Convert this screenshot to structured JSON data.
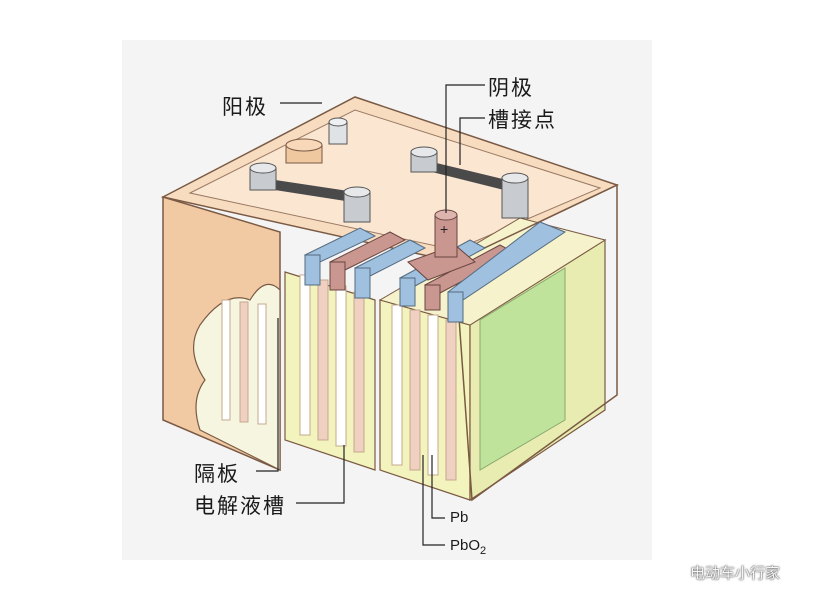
{
  "labels": {
    "anode": "阳极",
    "cathode": "阴极",
    "cell_contact": "槽接点",
    "separator": "隔板",
    "electrolyte_cell": "电解液槽",
    "pb": "Pb",
    "pbo2_main": "PbO",
    "pbo2_sub": "2",
    "plus_sign": "+"
  },
  "watermark": "电动车小行家",
  "colors": {
    "case": "#f1c9a3",
    "case_edge": "#7a5a44",
    "electrolyte": "#f3f4bd",
    "plate_blue": "#9fc0de",
    "plate_red": "#c99690",
    "green_plate": "#bfe39a",
    "terminal": "#c8ccd0",
    "connector": "#5a5a5a"
  }
}
